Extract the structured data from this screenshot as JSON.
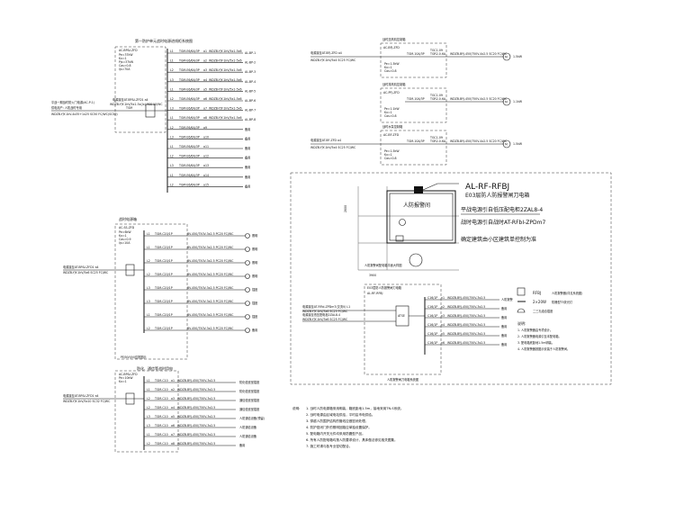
{
  "panel_a": {
    "title": "第一防护单元战时电源进线柜系统图",
    "bus": "AC-BP&I-ZFD",
    "incoming": "电源接至AT-BP&I-ZFD1 a4",
    "incoming_cable": "WDZB-YJY-1kV/5x1-5x(/x) YCS 10/WC",
    "feed_label": "平战一期战时防火门电源(AC-P-1)",
    "feed_note": "供电用户: 人防战时专用",
    "feed_cable": "WDZB-YJY-1kV-4x35+1x25 SC50 FC/WC(SC50)",
    "breaker": "TGM",
    "rows": [
      {
        "id": "L1",
        "brk": "TGM-E6/6A/3P",
        "ckt": "a1",
        "cable": "WDZB-YJY-1kV/5x1-5x6",
        "load": "AL-BP-1"
      },
      {
        "id": "L1",
        "brk": "TGM-E6/6A/3P",
        "ckt": "a2",
        "cable": "WDZB-YJY-1kV/5x1-5x6",
        "load": "AL-BP-2"
      },
      {
        "id": "L2",
        "brk": "TGM-E6/6A/3P",
        "ckt": "a3",
        "cable": "WDZB-YJY-1kV/5x1-5x6",
        "load": "AL-BP-3"
      },
      {
        "id": "L3",
        "brk": "TGM-E6/6A/3P",
        "ckt": "a4",
        "cable": "WDZB-YJY-1kV/5x1-5x6",
        "load": "AL-BP-4"
      },
      {
        "id": "L1",
        "brk": "TGM-E6/6A/3P",
        "ckt": "a5",
        "cable": "WDZB-YJY-1kV/5x1-5x6",
        "load": "AL-BP-5"
      },
      {
        "id": "L2",
        "brk": "TGM-E6/6A/3P",
        "ckt": "a6",
        "cable": "WDZB-YJY-1kV/5x1-5x6",
        "load": "AL-BP-6"
      },
      {
        "id": "L3",
        "brk": "TGM-E6/6A/3P",
        "ckt": "a7",
        "cable": "WDZB-YJY-1kV/5x1-5x6",
        "load": "AL-BP-7"
      },
      {
        "id": "L1",
        "brk": "TGM-E6/6A/3P",
        "ckt": "a8",
        "cable": "WDZB-YJY-1kV/5x1-5x6",
        "load": "AL-BP-8"
      },
      {
        "id": "L2",
        "brk": "TGM-E6/6A/3P",
        "ckt": "a9",
        "cable": "",
        "load": "备用"
      },
      {
        "id": "L3",
        "brk": "TGM-E6/6A/3P",
        "ckt": "a10",
        "cable": "",
        "load": "备用"
      },
      {
        "id": "L1",
        "brk": "TGM-E6/6A/3P",
        "ckt": "a11",
        "cable": "",
        "load": "备用"
      },
      {
        "id": "L2",
        "brk": "TGM-E6/6A/3P",
        "ckt": "a12",
        "cable": "",
        "load": "备用"
      },
      {
        "id": "L3",
        "brk": "TGM-E6/6A/3P",
        "ckt": "a13",
        "cable": "",
        "load": "备用"
      },
      {
        "id": "L1",
        "brk": "TGM-E6/6A/3P",
        "ckt": "a14",
        "cable": "",
        "load": "备用"
      },
      {
        "id": "L2",
        "brk": "TGM-E6/6A/3P",
        "ckt": "a15",
        "cable": "",
        "load": "备用"
      }
    ]
  },
  "panel_b": {
    "title": "战时电源箱",
    "bus": "AC-SS-ZFD",
    "incoming": "电源接至AT-BP&I-ZFD1 a4",
    "incoming_cable": "WDZB-YJY-1kV/5x6 SC25 FC/WC",
    "footer": "PE(NV)(N)应按图示",
    "rows": [
      {
        "id": "L1",
        "brk": "TGM-C20/1P",
        "cable": "BV-450/750V-3x2.5 PC20 FC/WC",
        "load": "照明"
      },
      {
        "id": "L1",
        "brk": "TGM-C20/1P",
        "cable": "BV-450/750V-3x2.5 PC20 FC/WC",
        "load": "照明"
      },
      {
        "id": "L2",
        "brk": "TGM-C20/1P",
        "cable": "BV-450/750V-3x2.5 PC20 FC/WC",
        "load": "照明"
      },
      {
        "id": "L2",
        "brk": "TGM-C20/1P",
        "cable": "BV-450/750V-3x2.5 PC20 FC/WC",
        "load": "照明"
      },
      {
        "id": "L3",
        "brk": "TGM-C20/1P",
        "cable": "BV-450/750V-3x2.5 PC20 FC/WC",
        "load": "插座"
      },
      {
        "id": "L3",
        "brk": "TGM-C20/1P",
        "cable": "BV-450/750V-3x2.5 PC20 FC/WC",
        "load": "插座"
      },
      {
        "id": "L1",
        "brk": "TGM-C20/1P",
        "cable": "BV-450/750V-3x2.5 PC20 FC/WC",
        "load": "插座"
      },
      {
        "id": "L2",
        "brk": "TGM-C20/1P",
        "cable": "BV-450/750V-3x2.5 PC20 FC/WC",
        "load": "备用"
      }
    ]
  },
  "panel_c": {
    "title": "防化、通信等战时用电",
    "bus": "AC-BP&I-ZFD",
    "incoming": "电源接至AT-BP&I-ZFD1 a4",
    "incoming_cable": "WDZB-YJY-1kV/5x10 SC32 FC/WC",
    "rows": [
      {
        "id": "L1",
        "brk": "TGM-C10",
        "ckt": "a1",
        "cable": "WDZB-BYJ-450/750V-3x2.5",
        "load": "防化值班室插座"
      },
      {
        "id": "L1",
        "brk": "TGM-C10",
        "ckt": "a2",
        "cable": "WDZB-BYJ-450/750V-3x2.5",
        "load": "防化值班室插座"
      },
      {
        "id": "L2",
        "brk": "TGM-C10",
        "ckt": "a3",
        "cable": "WDZB-BYJ-450/750V-3x2.5",
        "load": "通信值班室插座"
      },
      {
        "id": "L2",
        "brk": "TGM-C10",
        "ckt": "a4",
        "cable": "WDZB-BYJ-450/750V-3x2.5",
        "load": "通信值班室插座"
      },
      {
        "id": "L3",
        "brk": "TGM-C10",
        "ckt": "a5",
        "cable": "WDZB-BYJ-450/750V-3x2.5",
        "load": "人防通信设备(预留)"
      },
      {
        "id": "L3",
        "brk": "TGM-C10",
        "ckt": "a6",
        "cable": "WDZB-BYJ-450/750V-3x2.5",
        "load": "人防通信设备"
      },
      {
        "id": "L1",
        "brk": "TGM-C10",
        "ckt": "a7",
        "cable": "WDZB-BYJ-450/750V-3x2.5",
        "load": "人防通信设备"
      },
      {
        "id": "L2",
        "brk": "TGM-C10",
        "ckt": "a8",
        "cable": "WDZB-BYJ-450/750V-3x2.5",
        "load": "备用"
      }
    ]
  },
  "top_right": {
    "boxes": [
      {
        "title": "战时送风机控制箱",
        "bus": "AC-BFJ-ZFD",
        "incoming": "电源接至AT-BFJ-ZFD a4",
        "incoming_cable": "WDZB-YJY-1kV/5x4 SC25 FC/WC",
        "brk": "TGM-10A/3P",
        "contactor": "TGC1-09",
        "relay": "TGR2-0.6A",
        "cable": "WDZB-BYJ-450/750V-4x2.5 SC20 FC/WC",
        "motor": "M",
        "kw": "1.5kW",
        "pe": "Pe=1.5kW",
        "kx": "Kx=1",
        "cos": "Cos=0.8"
      },
      {
        "title": "战时排风机控制箱",
        "bus": "AC-PFJ-ZFD",
        "incoming": "",
        "incoming_cable": "",
        "brk": "TGM-10A/3P",
        "contactor": "TGC1-09",
        "relay": "TGR2-0.6A",
        "cable": "WDZB-BYJ-450/750V-4x2.5 SC20 FC/WC",
        "motor": "M",
        "kw": "1.1kW",
        "pe": "Pe=1.1kW",
        "kx": "Kx=1",
        "cos": "Cos=0.8"
      },
      {
        "title": "战时水泵控制箱",
        "bus": "AC-BF-ZFD",
        "incoming": "电源接至AT-BF-ZFD a4",
        "incoming_cable": "WDZB-YJY-1kV/5x4 SC25 FC/WC",
        "brk": "TGM-10A/3P",
        "contactor": "TGC1-09",
        "relay": "TGR2-0.6A",
        "cable": "WDZB-BYJ-450/750V-4x2.5 SC20 FC/WC",
        "motor": "M",
        "kw": "1.5kW",
        "pe": "Pe=1.5kW",
        "kx": "Kx=1",
        "cos": "Cos=0.8"
      }
    ]
  },
  "detail": {
    "heading": "AL-RF-RFBJ",
    "sub1": "E03层防人防报警闸刀电箱",
    "line1": "平战电源引自低压配电柜2ZAL8-4",
    "line2": "战时电源引自战时AT-RFbI-ZPDm7",
    "line3": "确定建筑由小区建筑单控制为准",
    "room": "人防报警间",
    "dim_v": "2800",
    "dim_h": "3900",
    "caption": "人防报警间配电箱平面大样图"
  },
  "alarm": {
    "title": "E03层防人防报警闸刀电箱",
    "bus": "AL-RF-RFBJ",
    "incoming": "电源接至AT-RFbI-ZPDm7(交流V) L1",
    "incoming_cable": "WDZB-YJY-1kV/3x6 SC25 FC/WC",
    "incoming2": "电源接至低压配电柜2ZAL8-4",
    "incoming2_cable": "WDZB-YJY-1kV/3x6 SC25 FC/WC",
    "ats": "ATSE",
    "rows": [
      {
        "brk": "C16/1P",
        "ckt": "n1",
        "cable": "WDZB-BYJ-450/750V-3x2.5",
        "load": "人防报警"
      },
      {
        "brk": "C16/1P",
        "ckt": "n2",
        "cable": "WDZB-BYJ-450/750V-3x2.5",
        "load": "备用"
      },
      {
        "brk": "C16/1P",
        "ckt": "n3",
        "cable": "WDZB-BYJ-450/750V-3x2.5",
        "load": "备用"
      },
      {
        "brk": "C16/1P",
        "ckt": "n4",
        "cable": "WDZB-BYJ-450/750V-3x2.5",
        "load": "备用"
      },
      {
        "brk": "C16/1P",
        "ckt": "n5",
        "cable": "WDZB-BYJ-450/750V-3x2.5",
        "load": "备用"
      },
      {
        "brk": "C16/1P",
        "ckt": "n6",
        "cable": "WDZB-BYJ-450/750V-3x2.5",
        "load": "备用"
      }
    ],
    "caption": "人防报警闸刀电箱系统图"
  },
  "legend": {
    "l1_code": "RFBJ",
    "l1_text": "人防报警器(详见系统图)",
    "l2_code": "2×20W",
    "l2_text": "防爆型T5荧光灯",
    "l3_text": "二三孔组合插座",
    "notes_title": "说明:",
    "notes": [
      "1. 人防报警器由专项设计。",
      "2. 人防报警器电源引至本配电箱。",
      "3. 配电箱底距地1.5m明装。",
      "4. 人防报警器按图示安装于人防报警间。"
    ]
  },
  "footnote": {
    "label": "说明:",
    "lines": [
      "1. 战时人防电源箱采用明装，箱底距地1.5m，接地采用TN-S系统。",
      "2. 战时电源由区域电站供给，平时由市电供给。",
      "3. 穿越人防围护结构的管线应做密闭处理。",
      "4. 防护密闭门外的照明回路应单独设置保护。",
      "5. 配电箱内开关元件均采用防震型产品。",
      "6. 所有人防配电箱均按人防要求设计，具体做法参见相关图集。",
      "7. 施工时请与各专业密切配合。"
    ]
  }
}
